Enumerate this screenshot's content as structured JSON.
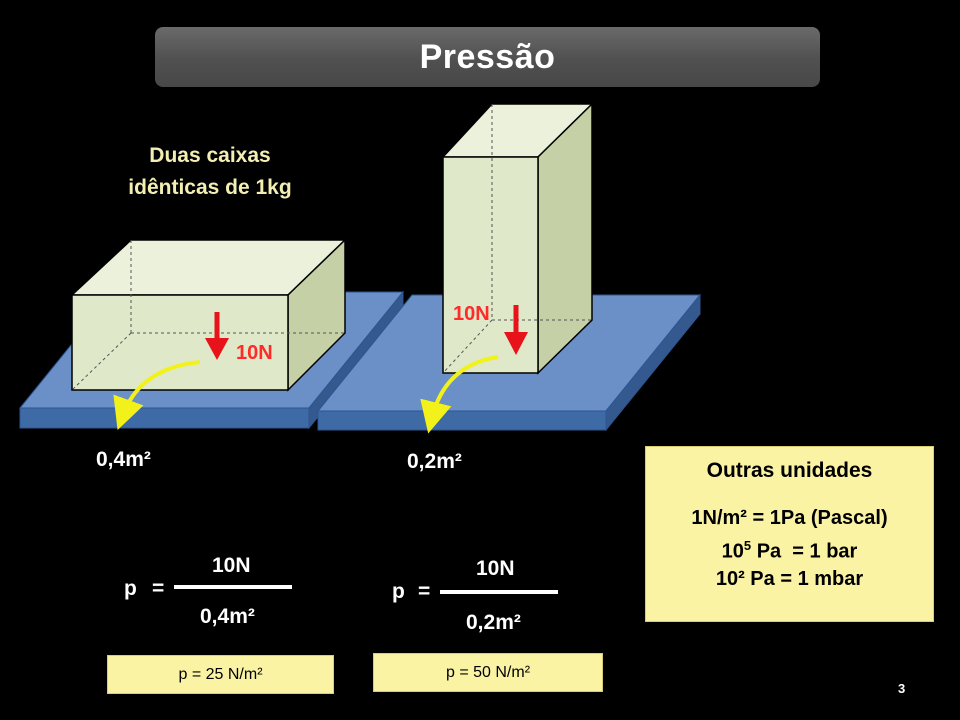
{
  "title": "Pressão",
  "subtitle_line1": "Duas caixas",
  "subtitle_line2": "idênticas de 1kg",
  "left": {
    "force": "10N",
    "area": "0,4m²",
    "formula_p": "p",
    "formula_eq": "=",
    "numerator": "10N",
    "denominator": "0,4m²",
    "result": "p = 25 N/m²"
  },
  "right": {
    "force": "10N",
    "area": "0,2m²",
    "formula_p": "p",
    "formula_eq": "=",
    "numerator": "10N",
    "denominator": "0,2m²",
    "result": "p = 50 N/m²"
  },
  "units": {
    "title": "Outras unidades",
    "line1": "1N/m² = 1Pa (Pascal)",
    "line2_base": "10",
    "line2_exp": "5",
    "line2_rest": " Pa  = 1 bar",
    "line3": "10² Pa  = 1 mbar"
  },
  "page_number": "3",
  "colors": {
    "plate_top": "#6b90c8",
    "plate_side": "#3e6aa6",
    "box_front": "#dfe8c8",
    "box_top": "#ebf1da",
    "box_side": "#c5d0a6",
    "force_arrow": "#e8121a",
    "rotation_arrow": "#f2f21a",
    "note_bg": "#faf3a3"
  }
}
